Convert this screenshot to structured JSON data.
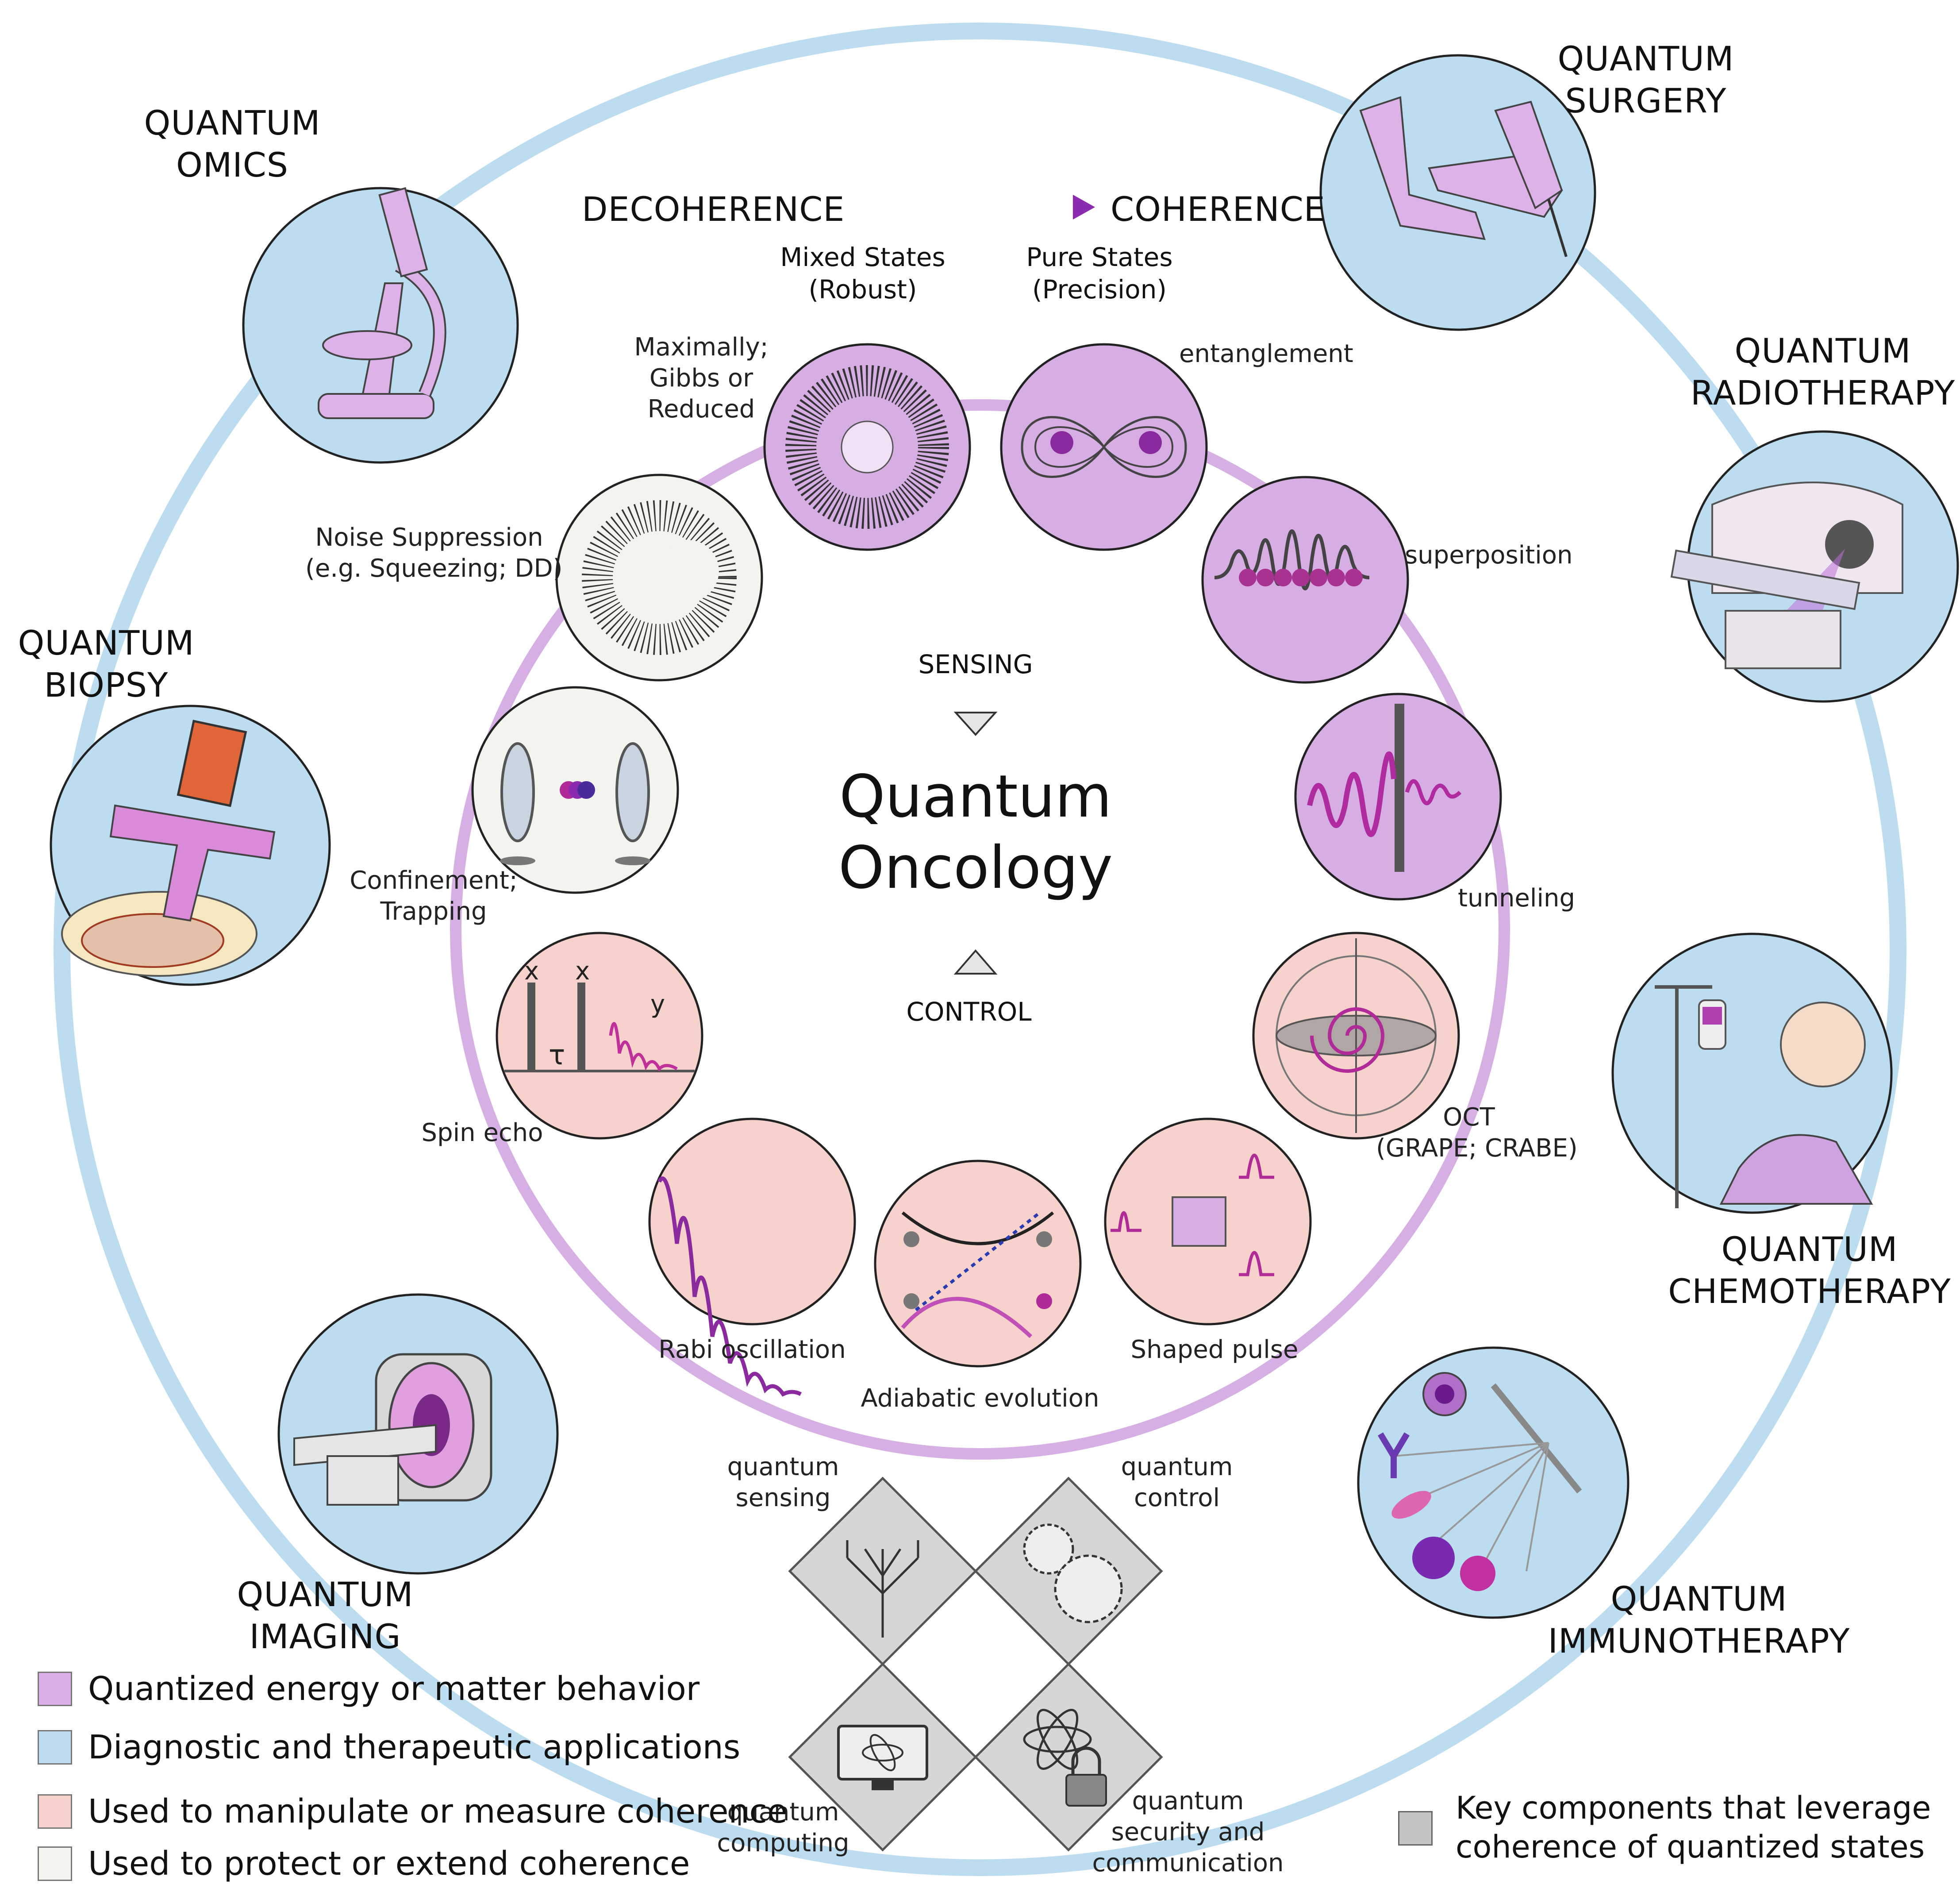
{
  "center": {
    "title_line1": "Quantum",
    "title_line2": "Oncology",
    "sensing": "SENSING",
    "control": "CONTROL"
  },
  "top": {
    "decoherence": "DECOHERENCE",
    "coherence": "COHERENCE",
    "mixed_line1": "Mixed States",
    "mixed_line2": "(Robust)",
    "pure_line1": "Pure States",
    "pure_line2": "(Precision)"
  },
  "applications": {
    "omics": [
      "QUANTUM",
      "OMICS"
    ],
    "surgery": [
      "QUANTUM",
      "SURGERY"
    ],
    "radiotherapy": [
      "QUANTUM",
      "RADIOTHERAPY"
    ],
    "biopsy": [
      "QUANTUM",
      "BIOPSY"
    ],
    "chemotherapy": [
      "QUANTUM",
      "CHEMOTHERAPY"
    ],
    "imaging": [
      "QUANTUM",
      "IMAGING"
    ],
    "immunotherapy": [
      "QUANTUM",
      "IMMUNOTHERAPY"
    ]
  },
  "phenomena": {
    "mixed": [
      "Maximally;",
      "Gibbs or",
      "Reduced"
    ],
    "entanglement": "entanglement",
    "superposition": "superposition",
    "tunneling": "tunneling",
    "oct": [
      "OCT",
      "(GRAPE; CRABE)"
    ],
    "shaped_pulse": "Shaped pulse",
    "adiabatic": "Adiabatic evolution",
    "rabi": "Rabi oscillation",
    "spin_echo": "Spin echo",
    "confinement": [
      "Confinement;",
      "Trapping"
    ],
    "noise": [
      "Noise Suppression",
      "(e.g. Squeezing; DD)"
    ],
    "spin_echo_marks": {
      "x1": "x",
      "x2": "x",
      "tau": "τ",
      "y": "y"
    }
  },
  "components": {
    "sensing": [
      "quantum",
      "sensing"
    ],
    "control": [
      "quantum",
      "control"
    ],
    "computing": [
      "quantum",
      "computing"
    ],
    "security": [
      "quantum",
      "security and",
      "communication"
    ]
  },
  "legend": {
    "items": [
      {
        "label": "Quantized energy or matter behavior",
        "color": "#dcaee8"
      },
      {
        "label": "Diagnostic and therapeutic applications",
        "color": "#bcdcf0"
      },
      {
        "label": "Used to manipulate or measure coherence",
        "color": "#f7d2cc"
      },
      {
        "label": "Used to protect or extend coherence",
        "color": "#f1f5ee"
      }
    ],
    "key_components": [
      "Key components that leverage",
      "coherence of quantized states"
    ],
    "key_color": "#c4c4c4"
  },
  "colors": {
    "outer_ring": "#bcdcf0",
    "inner_ring": "#d6b0e4",
    "purple_fill": "#d6aee3",
    "blue_fill": "#bcdcf0",
    "pink_fill": "#f7d2cc",
    "white_fill": "#f1f5ee",
    "diamond_fill": "#d6d6d6",
    "accent_magenta": "#c2269a",
    "accent_indigo": "#4a2b9a"
  }
}
